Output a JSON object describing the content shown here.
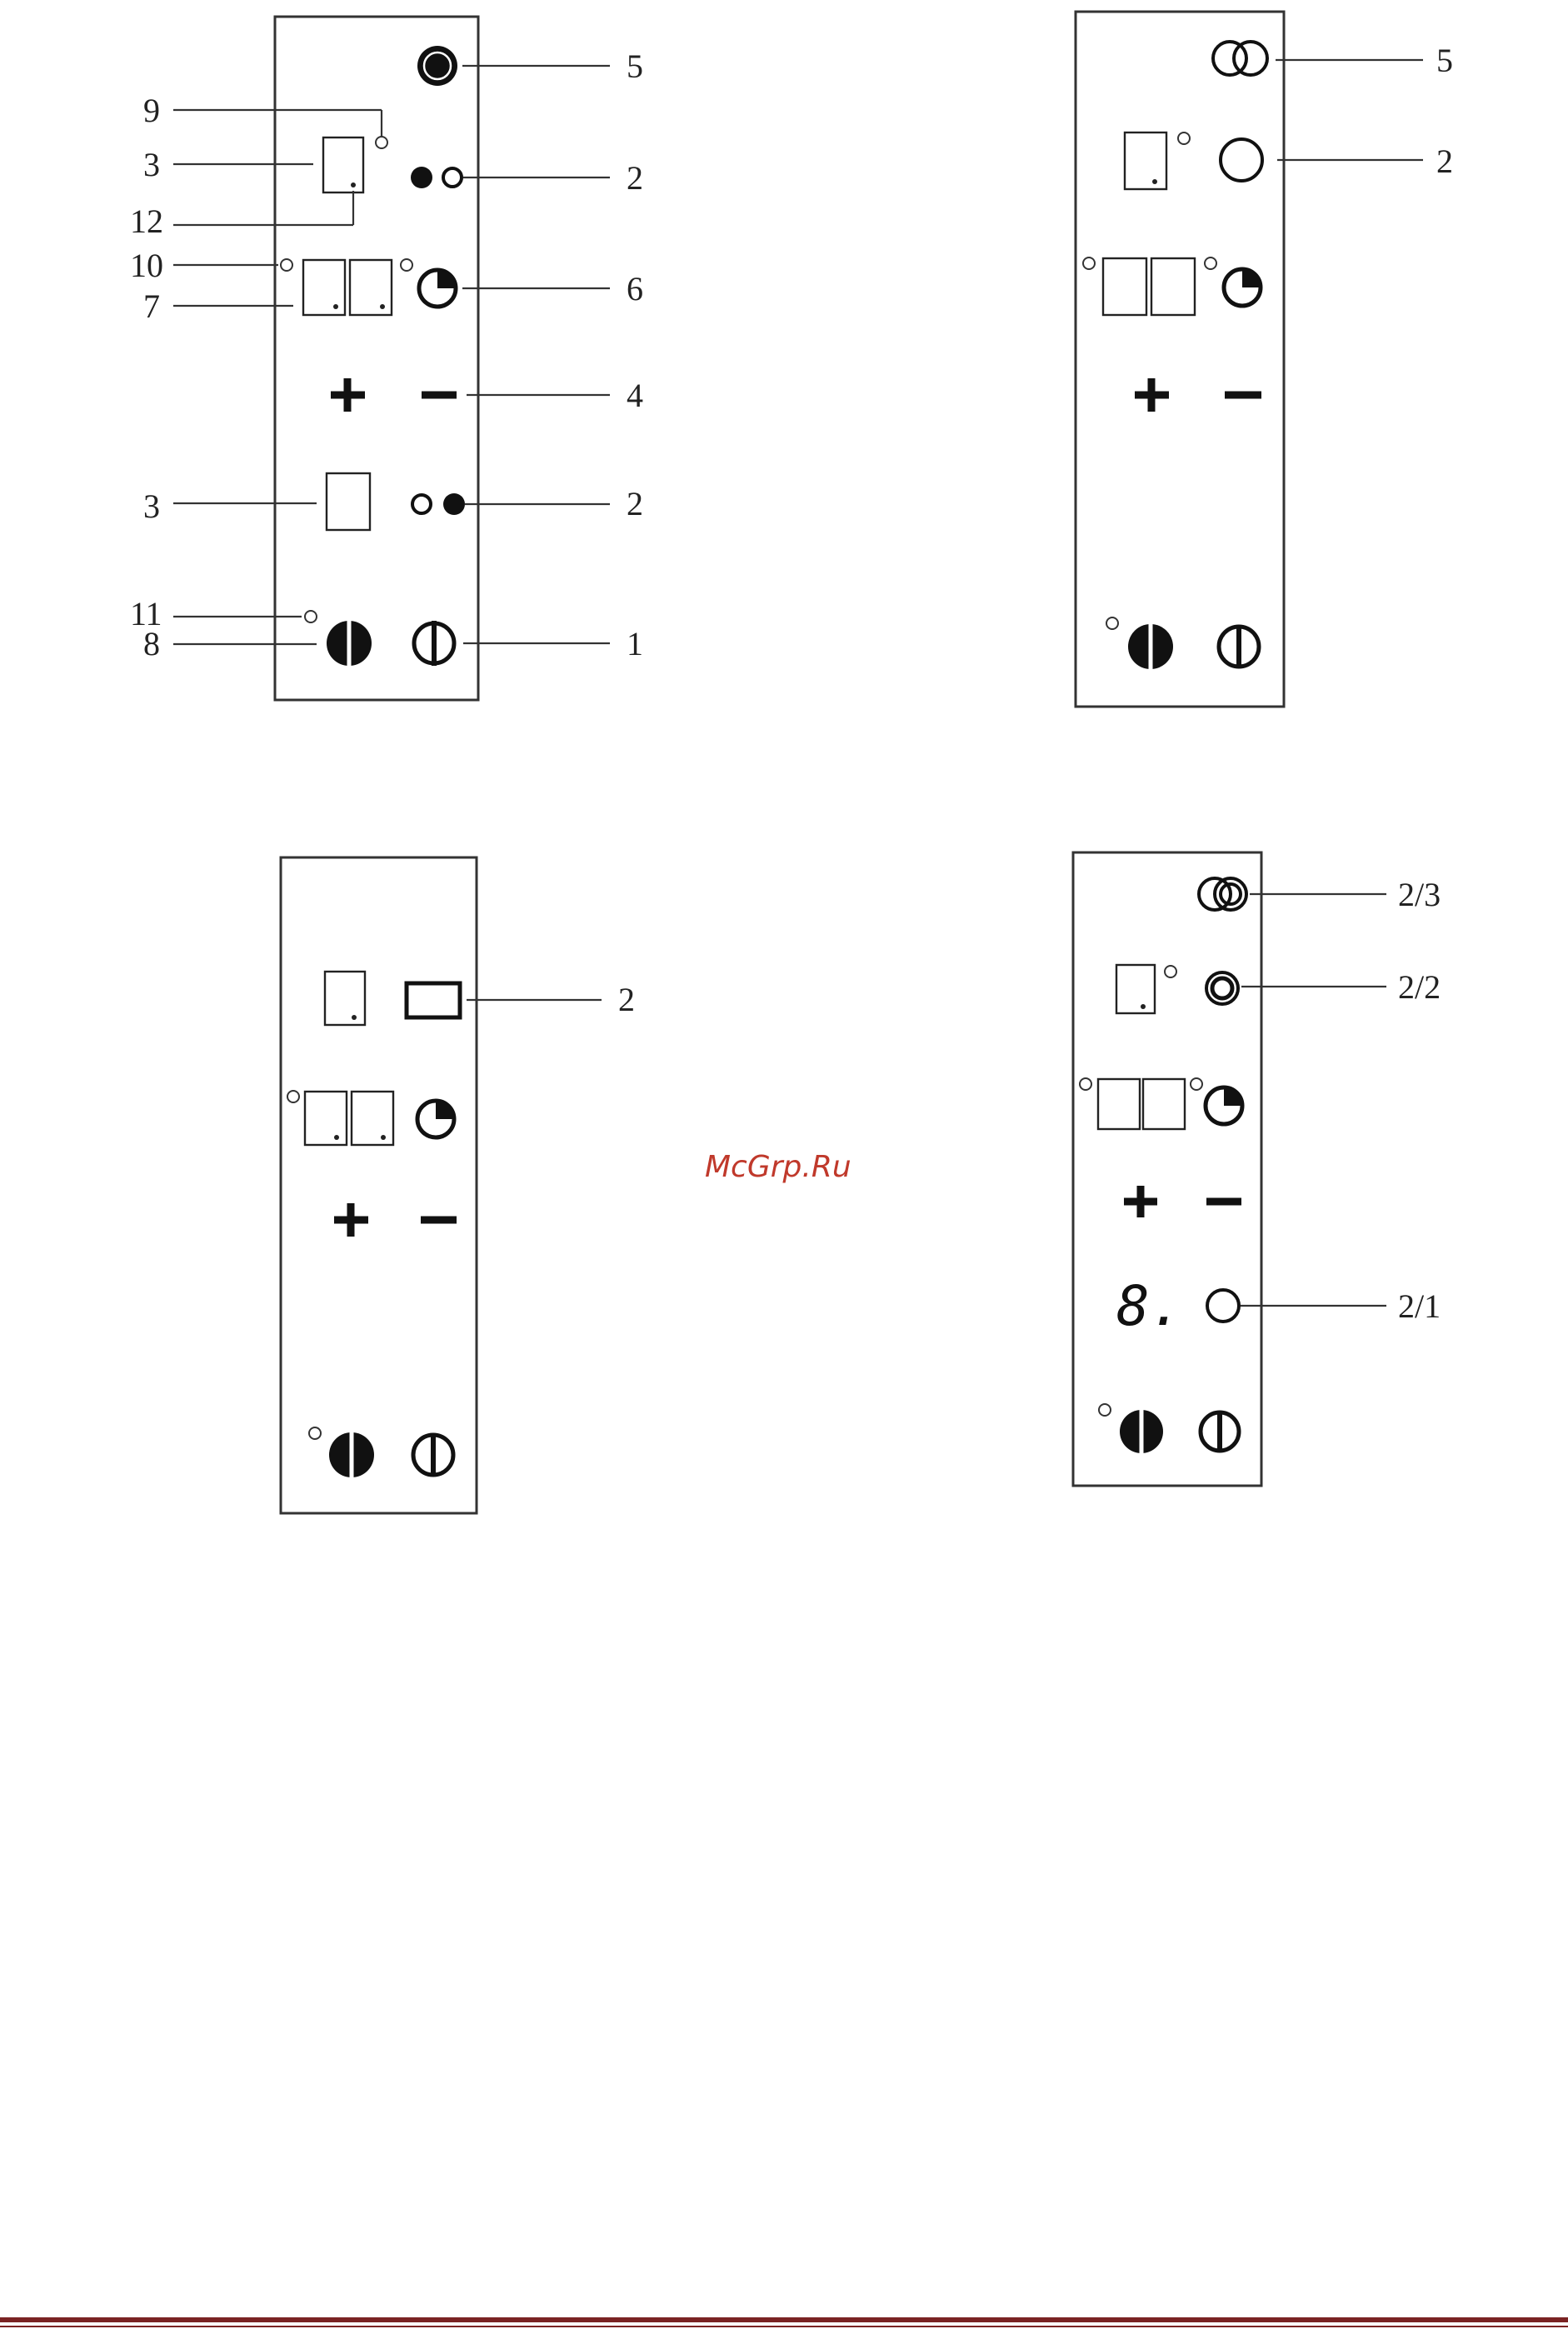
{
  "watermark": "McGrp.Ru",
  "diagram_a": {
    "labels": {
      "right": [
        "5",
        "2",
        "6",
        "4",
        "2",
        "1"
      ],
      "left": [
        "9",
        "3",
        "12",
        "10",
        "7",
        "3",
        "11",
        "8"
      ]
    }
  },
  "diagram_b": {
    "labels": {
      "right": [
        "5",
        "2"
      ]
    }
  },
  "diagram_c": {
    "labels": {
      "right": [
        "2"
      ]
    }
  },
  "diagram_d": {
    "labels": {
      "right": [
        "2/3",
        "2/2",
        "2/1"
      ]
    },
    "display_digit": "8."
  },
  "colors": {
    "ink": "#111111",
    "watermark": "#c0392b",
    "footer": "#7a2323"
  }
}
